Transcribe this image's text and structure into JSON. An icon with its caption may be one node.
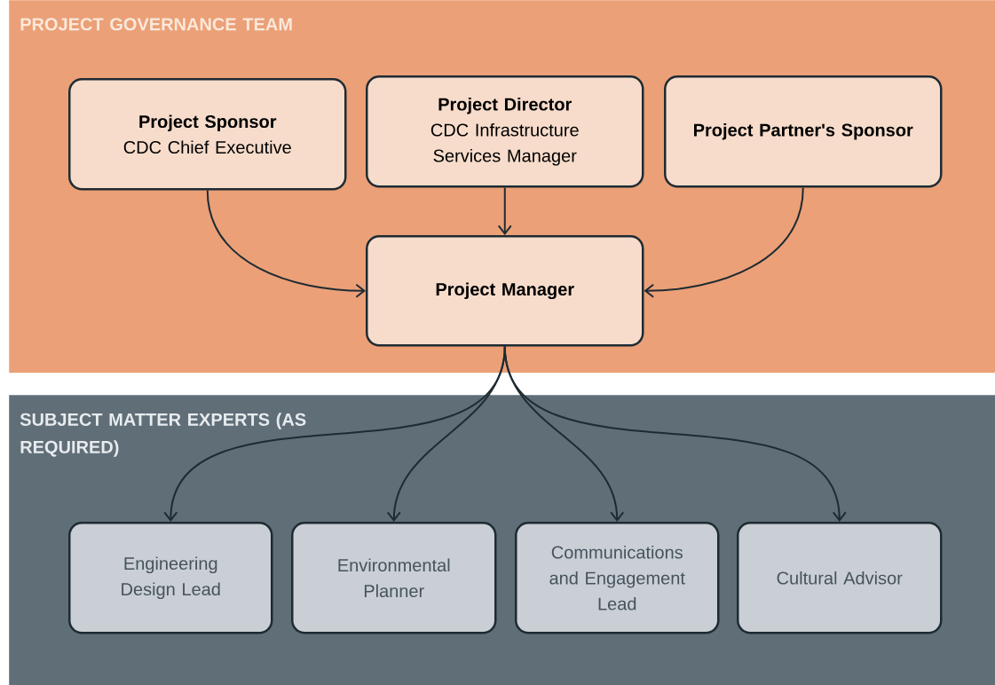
{
  "diagram": {
    "nodes": [
      {
        "text": [
          "PROJECT GOVERNANCE TEAM"
        ]
      },
      {
        "text": [
          "Project Sponsor",
          "CDC Chief Executive"
        ],
        "in": 0
      },
      {
        "text": [
          "Project Director",
          "CDC Infrastructure Services Manager"
        ],
        "in": 0
      },
      {
        "text": [
          "Project Partner's Sponsor"
        ],
        "in": 0
      },
      {
        "text": [
          "Project Manager"
        ],
        "in": 0
      },
      {
        "text": [
          "SUBJECT MATTER EXPERTS (AS REQUIRED)"
        ]
      },
      {
        "text": [
          "Engineering Design Lead"
        ],
        "in": 5
      },
      {
        "text": [
          "Environmental Planner"
        ],
        "in": 5
      },
      {
        "text": [
          "Communications and Engagement Lead"
        ],
        "in": 5
      },
      {
        "text": [
          "Cultural Advisor"
        ],
        "in": 5
      }
    ],
    "edges": [
      {
        "from": 1,
        "to": 4,
        "arrow": "to"
      },
      {
        "from": 2,
        "to": 4,
        "arrow": "to"
      },
      {
        "from": 3,
        "to": 4,
        "arrow": "to"
      },
      {
        "from": 4,
        "to": 6,
        "arrow": "to"
      },
      {
        "from": 4,
        "to": 7,
        "arrow": "to"
      },
      {
        "from": 4,
        "to": 8,
        "arrow": "to"
      },
      {
        "from": 4,
        "to": 9,
        "arrow": "to"
      }
    ]
  }
}
